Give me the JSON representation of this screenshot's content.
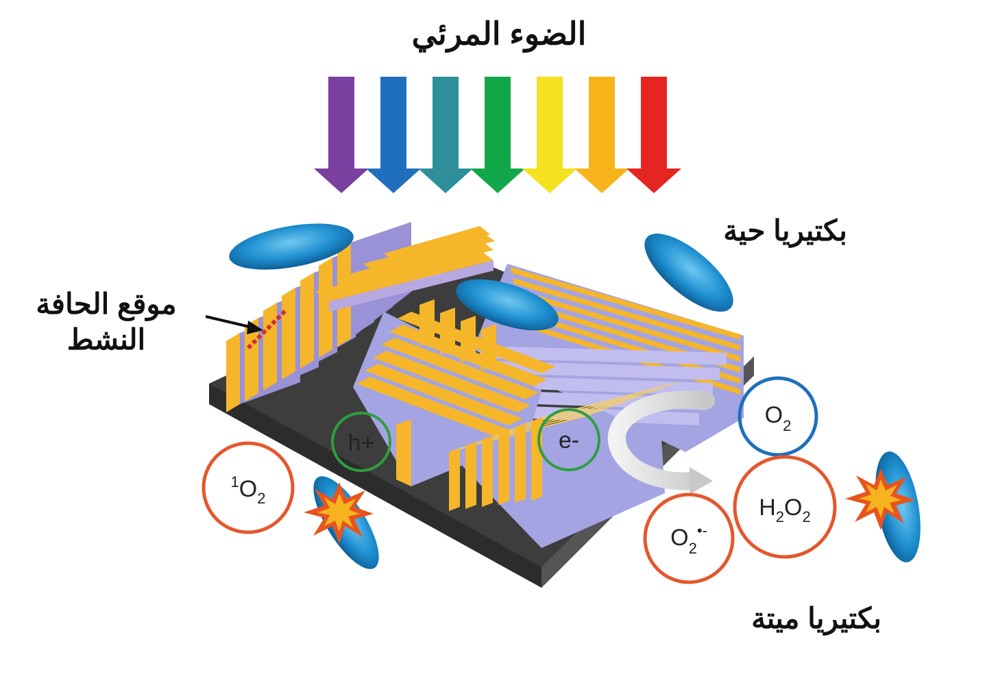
{
  "title": "الضوء المرئي",
  "labels": {
    "live_bacteria": "بكتيريا حية",
    "dead_bacteria": "بكتيريا ميتة",
    "active_edge_site": "موقع الحافة النشط"
  },
  "charges": {
    "hole": "h+",
    "electron": "e-"
  },
  "species": {
    "singlet_oxygen": {
      "sup": "1",
      "base": "O",
      "sub": "2"
    },
    "oxygen": {
      "base": "O",
      "sub": "2"
    },
    "hydrogen_peroxide": {
      "h": "H",
      "h_sub": "2",
      "o": "O",
      "o_sub": "2"
    },
    "superoxide": {
      "base": "O",
      "sub": "2",
      "sup": "•-"
    }
  },
  "colors": {
    "spectrum": [
      "#7b3fa0",
      "#1f6fbd",
      "#2e8f9a",
      "#12a64a",
      "#f4e11f",
      "#f7b41a",
      "#e52521"
    ],
    "plate_stripe": "#f5b62a",
    "plate_body": "#a4a4e2",
    "base": "#4a4a4a",
    "bacteria": "#1e8fd0",
    "oxidizer_ring": "#e4572e",
    "oxygen_ring": "#1f6fbd",
    "charge_ring": "#2e9e3e",
    "edge_marker": "#d0312d"
  }
}
